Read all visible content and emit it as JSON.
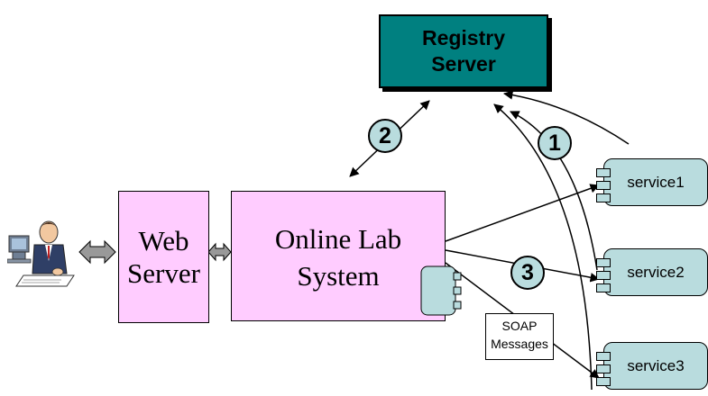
{
  "registry": {
    "line1": "Registry",
    "line2": "Server"
  },
  "web_server": {
    "line1": "Web",
    "line2": "Server"
  },
  "online_lab": {
    "line1": "Online Lab",
    "line2": "System"
  },
  "services": [
    {
      "label": "service1"
    },
    {
      "label": "service2"
    },
    {
      "label": "service3"
    }
  ],
  "steps": [
    "1",
    "2",
    "3"
  ],
  "soap": {
    "line1": "SOAP",
    "line2": "Messages"
  },
  "icons": [
    "user-at-computer-icon",
    "component-icon"
  ],
  "colors": {
    "registry_fill": "#008080",
    "system_fill": "#ffccff",
    "service_fill": "#b9dcde",
    "badge_fill": "#b9dcde"
  }
}
